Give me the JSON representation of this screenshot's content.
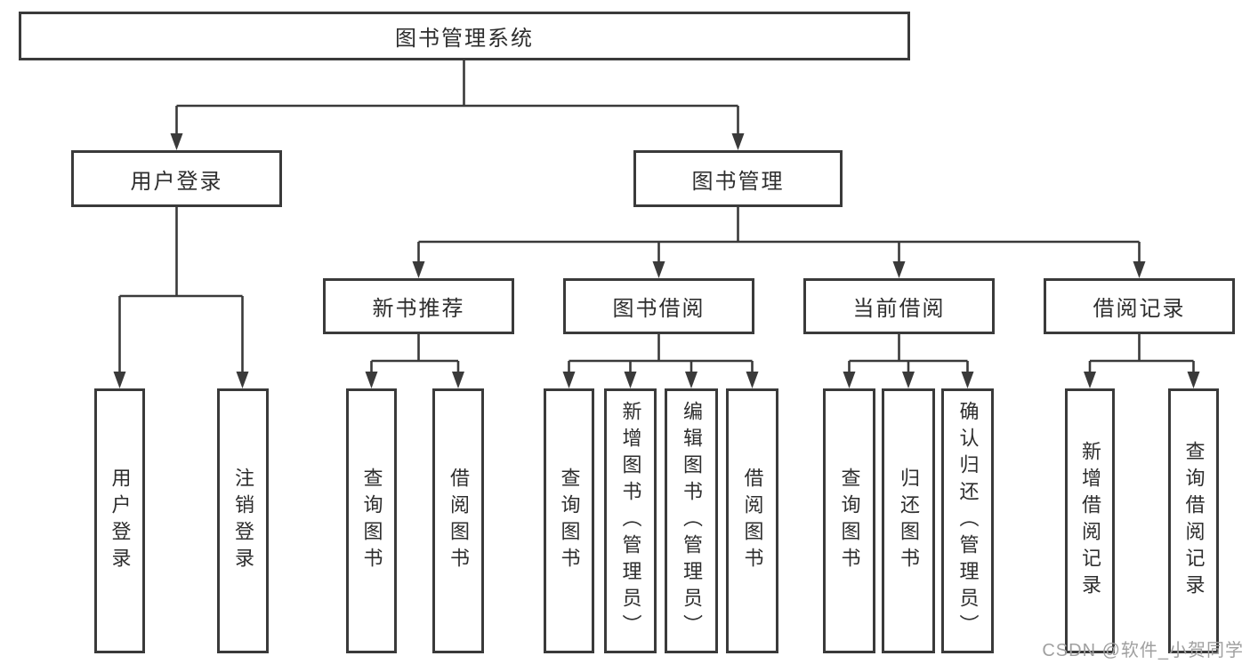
{
  "diagram": {
    "title": "图书管理系统",
    "root": {
      "label": "图书管理系统"
    },
    "level2": [
      {
        "label": "用户登录"
      },
      {
        "label": "图书管理"
      }
    ],
    "level3": [
      {
        "label": "新书推荐",
        "parent": "图书管理"
      },
      {
        "label": "图书借阅",
        "parent": "图书管理"
      },
      {
        "label": "当前借阅",
        "parent": "图书管理"
      },
      {
        "label": "借阅记录",
        "parent": "图书管理"
      }
    ],
    "leaves": [
      {
        "label": "用户登录",
        "parent": "用户登录"
      },
      {
        "label": "注销登录",
        "parent": "用户登录"
      },
      {
        "label": "查询图书",
        "parent": "新书推荐"
      },
      {
        "label": "借阅图书",
        "parent": "新书推荐"
      },
      {
        "label": "查询图书",
        "parent": "图书借阅"
      },
      {
        "label": "新增图书（管理员）",
        "parent": "图书借阅"
      },
      {
        "label": "编辑图书（管理员）",
        "parent": "图书借阅"
      },
      {
        "label": "借阅图书",
        "parent": "图书借阅"
      },
      {
        "label": "查询图书",
        "parent": "当前借阅"
      },
      {
        "label": "归还图书",
        "parent": "当前借阅"
      },
      {
        "label": "确认归还（管理员）",
        "parent": "当前借阅"
      },
      {
        "label": "新增借阅记录",
        "parent": "借阅记录"
      },
      {
        "label": "查询借阅记录",
        "parent": "借阅记录"
      }
    ]
  },
  "watermark": {
    "text": "CSDN @软件_小贺同学"
  },
  "colors": {
    "line": "#3a3a3a",
    "text": "#2e2e2e",
    "watermark": "#a0a0a0",
    "background": "#ffffff"
  }
}
